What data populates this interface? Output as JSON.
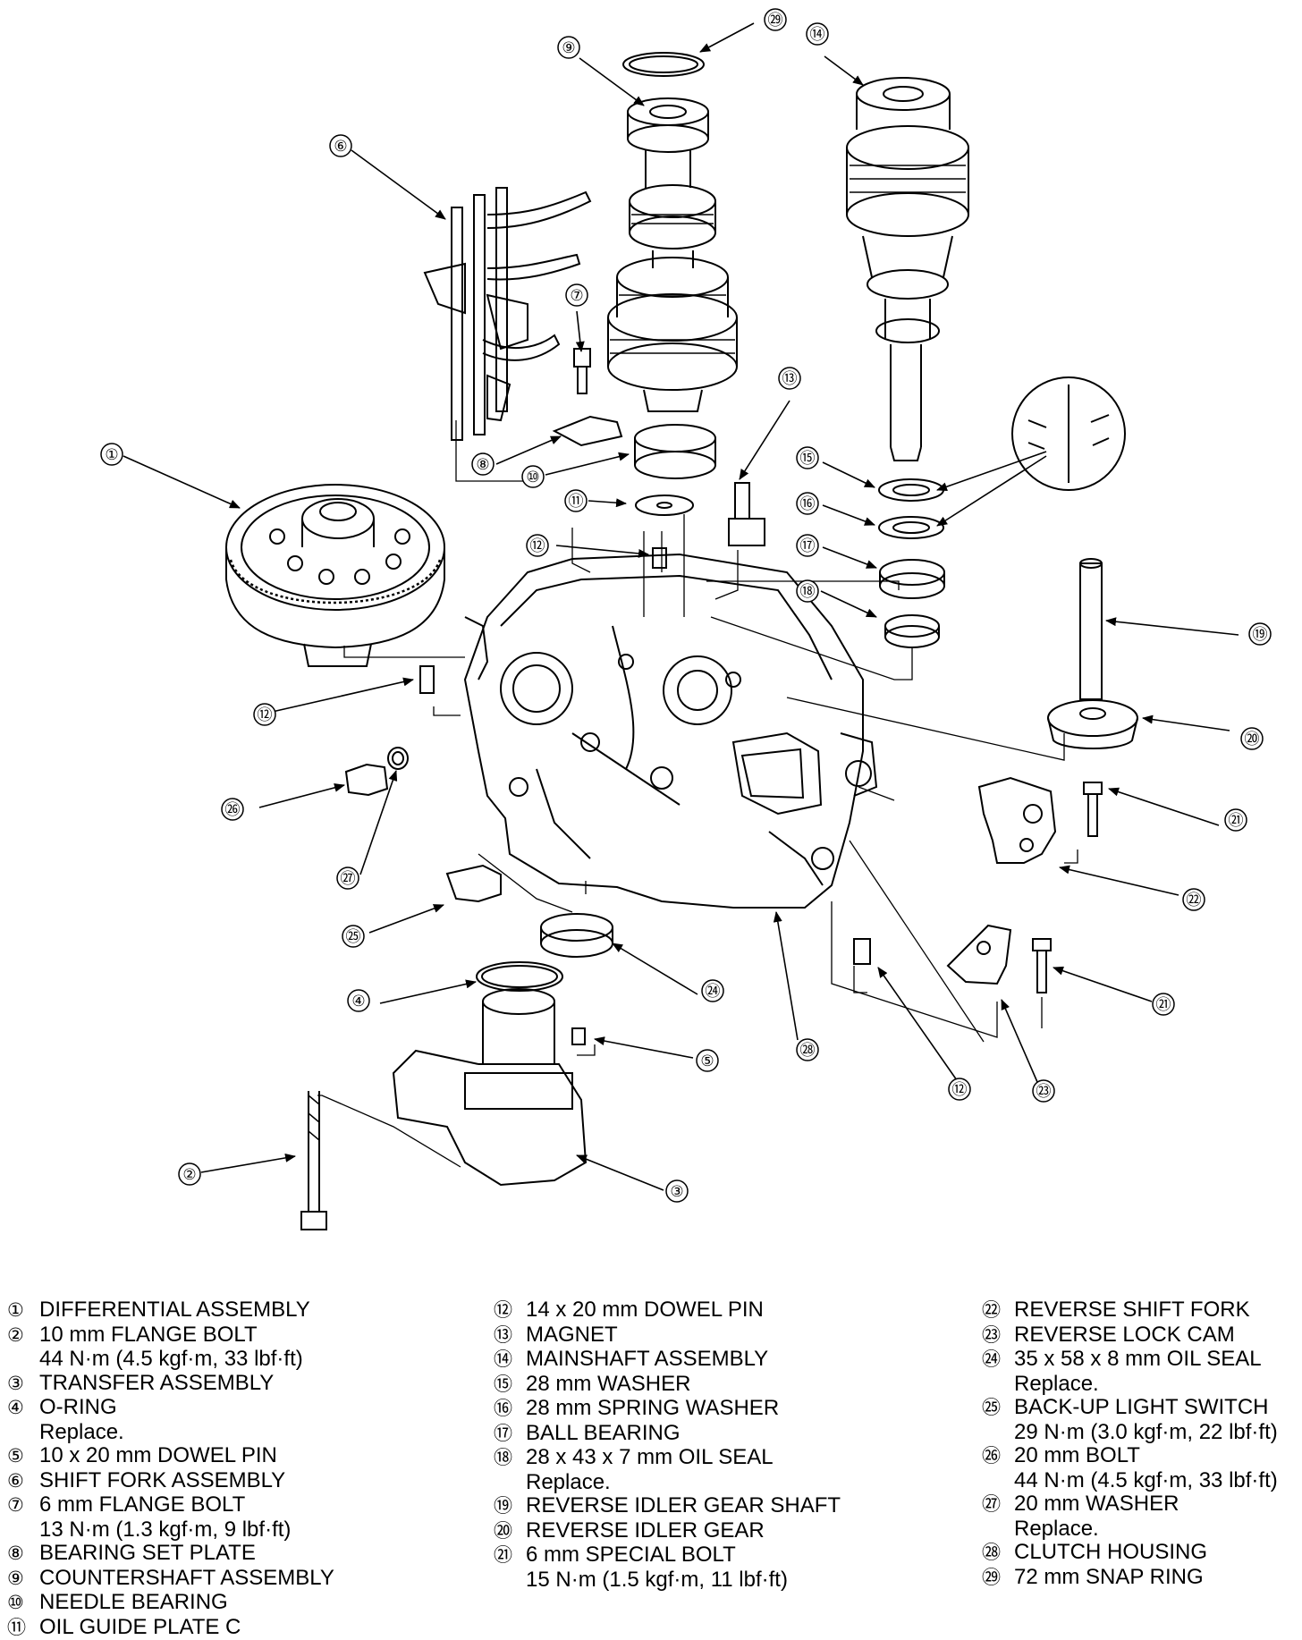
{
  "callouts": [
    {
      "num": "①"
    },
    {
      "num": "②"
    },
    {
      "num": "③"
    },
    {
      "num": "④"
    },
    {
      "num": "⑤"
    },
    {
      "num": "⑥"
    },
    {
      "num": "⑦"
    },
    {
      "num": "⑧"
    },
    {
      "num": "⑨"
    },
    {
      "num": "⑩"
    },
    {
      "num": "⑪"
    },
    {
      "num": "⑫"
    },
    {
      "num": "⑬"
    },
    {
      "num": "⑭"
    },
    {
      "num": "⑮"
    },
    {
      "num": "⑯"
    },
    {
      "num": "⑰"
    },
    {
      "num": "⑱"
    },
    {
      "num": "⑲"
    },
    {
      "num": "⑳"
    },
    {
      "num": "㉑"
    },
    {
      "num": "㉒"
    },
    {
      "num": "㉓"
    },
    {
      "num": "㉔"
    },
    {
      "num": "㉕"
    },
    {
      "num": "㉖"
    },
    {
      "num": "㉗"
    },
    {
      "num": "㉘"
    },
    {
      "num": "㉙"
    }
  ],
  "legend": {
    "col1": [
      {
        "num": "①",
        "text": "DIFFERENTIAL ASSEMBLY"
      },
      {
        "num": "②",
        "text": "10 mm FLANGE BOLT",
        "note": "44 N·m (4.5 kgf·m, 33 lbf·ft)"
      },
      {
        "num": "③",
        "text": "TRANSFER ASSEMBLY"
      },
      {
        "num": "④",
        "text": "O-RING",
        "note": "Replace."
      },
      {
        "num": "⑤",
        "text": "10 x 20 mm DOWEL PIN"
      },
      {
        "num": "⑥",
        "text": "SHIFT FORK ASSEMBLY"
      },
      {
        "num": "⑦",
        "text": "6 mm FLANGE BOLT",
        "note": "13 N·m (1.3 kgf·m, 9 lbf·ft)"
      },
      {
        "num": "⑧",
        "text": "BEARING SET PLATE"
      },
      {
        "num": "⑨",
        "text": "COUNTERSHAFT ASSEMBLY"
      },
      {
        "num": "⑩",
        "text": "NEEDLE BEARING"
      },
      {
        "num": "⑪",
        "text": "OIL GUIDE PLATE C"
      }
    ],
    "col2": [
      {
        "num": "⑫",
        "text": "14 x 20 mm DOWEL PIN"
      },
      {
        "num": "⑬",
        "text": "MAGNET"
      },
      {
        "num": "⑭",
        "text": "MAINSHAFT ASSEMBLY"
      },
      {
        "num": "⑮",
        "text": "28 mm WASHER"
      },
      {
        "num": "⑯",
        "text": "28 mm SPRING WASHER"
      },
      {
        "num": "⑰",
        "text": "BALL BEARING"
      },
      {
        "num": "⑱",
        "text": "28 x 43 x 7 mm OIL SEAL",
        "note": "Replace."
      },
      {
        "num": "⑲",
        "text": "REVERSE IDLER GEAR SHAFT"
      },
      {
        "num": "⑳",
        "text": "REVERSE IDLER GEAR"
      },
      {
        "num": "㉑",
        "text": "6 mm SPECIAL BOLT",
        "note": "15 N·m (1.5 kgf·m, 11 lbf·ft)"
      }
    ],
    "col3": [
      {
        "num": "㉒",
        "text": "REVERSE SHIFT FORK"
      },
      {
        "num": "㉓",
        "text": "REVERSE LOCK CAM"
      },
      {
        "num": "㉔",
        "text": "35 x 58 x 8 mm OIL SEAL",
        "note": "Replace."
      },
      {
        "num": "㉕",
        "text": "BACK-UP LIGHT SWITCH",
        "note": "29 N·m (3.0 kgf·m, 22 lbf·ft)"
      },
      {
        "num": "㉖",
        "text": "20 mm BOLT",
        "note": "44 N·m (4.5 kgf·m, 33 lbf·ft)"
      },
      {
        "num": "㉗",
        "text": "20 mm WASHER",
        "note": "Replace."
      },
      {
        "num": "㉘",
        "text": "CLUTCH HOUSING"
      },
      {
        "num": "㉙",
        "text": "72 mm SNAP RING"
      }
    ]
  }
}
